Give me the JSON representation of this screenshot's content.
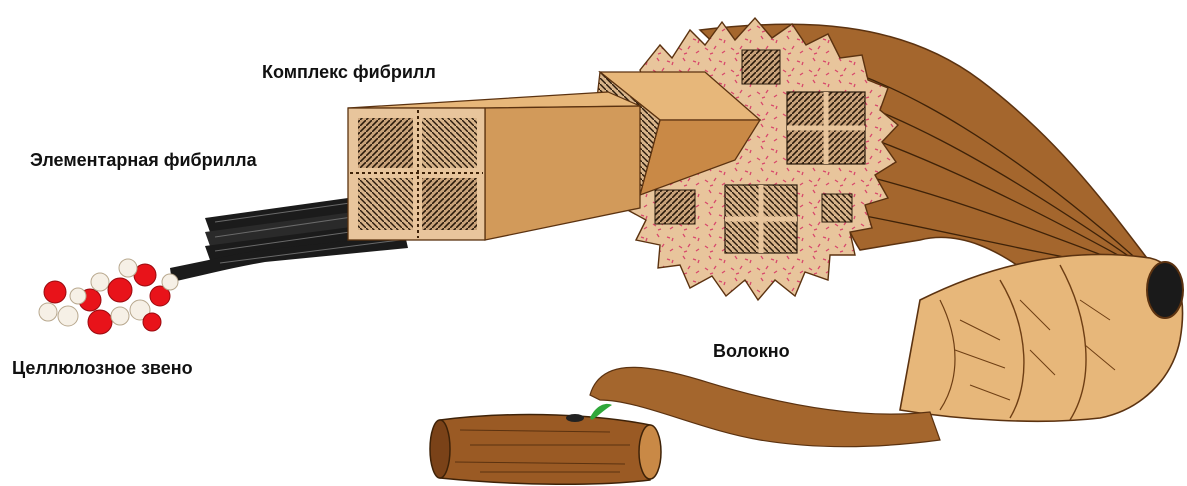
{
  "labels": {
    "fibril_complex": "Комплекс фибрилл",
    "elementary_fibril": "Элементарная фибрилла",
    "cellulose_unit": "Целлюлозное звено",
    "fiber": "Волокно"
  },
  "colors": {
    "light_tan": "#e7b77a",
    "tan": "#d29a5a",
    "brown": "#a4662d",
    "dark_brown": "#6e3e14",
    "pink_speckle": "#e0567a",
    "oxygen_red": "#e8131a",
    "hydrogen_white": "#f6f0e6",
    "fibril_black": "#1b1b1b",
    "leaf_green": "#2fa83a"
  }
}
